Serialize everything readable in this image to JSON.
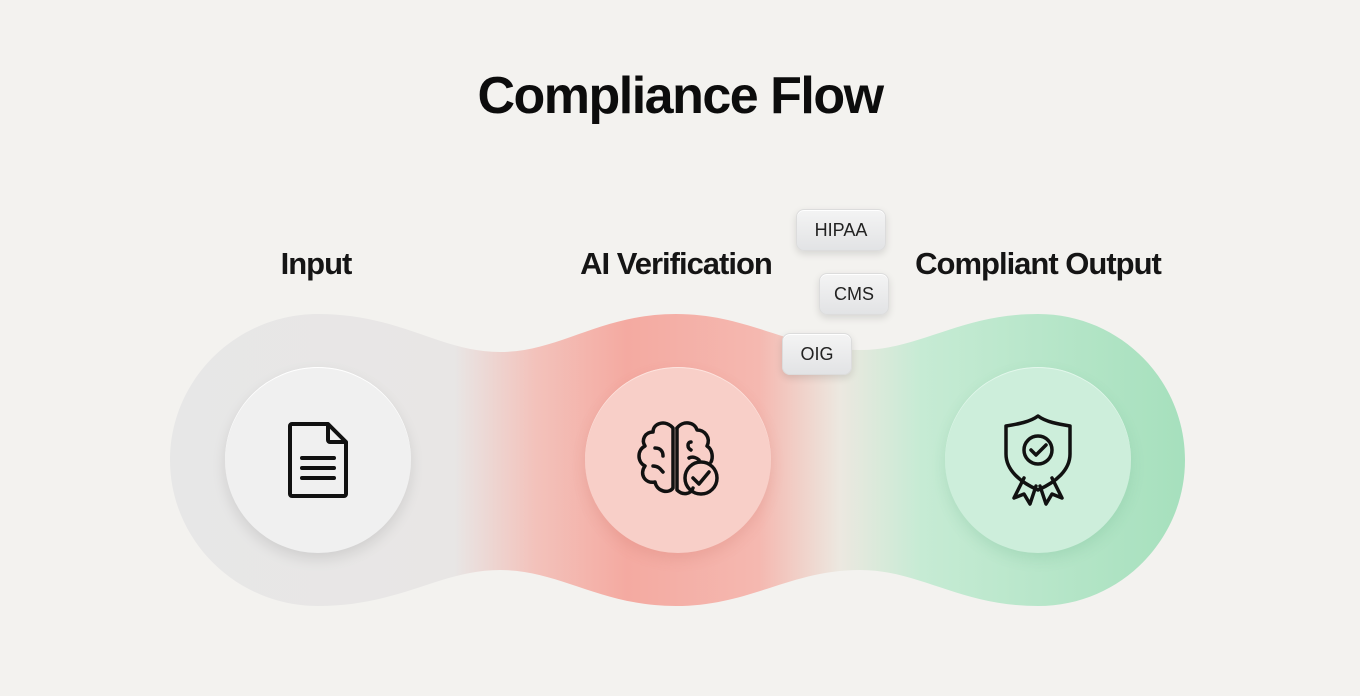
{
  "title": "Compliance Flow",
  "stages": [
    {
      "label": "Input",
      "icon": "document-icon",
      "color": "#e6e6e6"
    },
    {
      "label": "AI Verification",
      "icon": "brain-check-icon",
      "color": "#f4a9a0"
    },
    {
      "label": "Compliant Output",
      "icon": "shield-award-check-icon",
      "color": "#a8e2c0"
    }
  ],
  "tags": [
    "HIPAA",
    "CMS",
    "OIG"
  ],
  "colors": {
    "background": "#f3f2ef",
    "input": "#e6e6e6",
    "ai": "#f4a9a0",
    "output": "#a8e2c0"
  }
}
